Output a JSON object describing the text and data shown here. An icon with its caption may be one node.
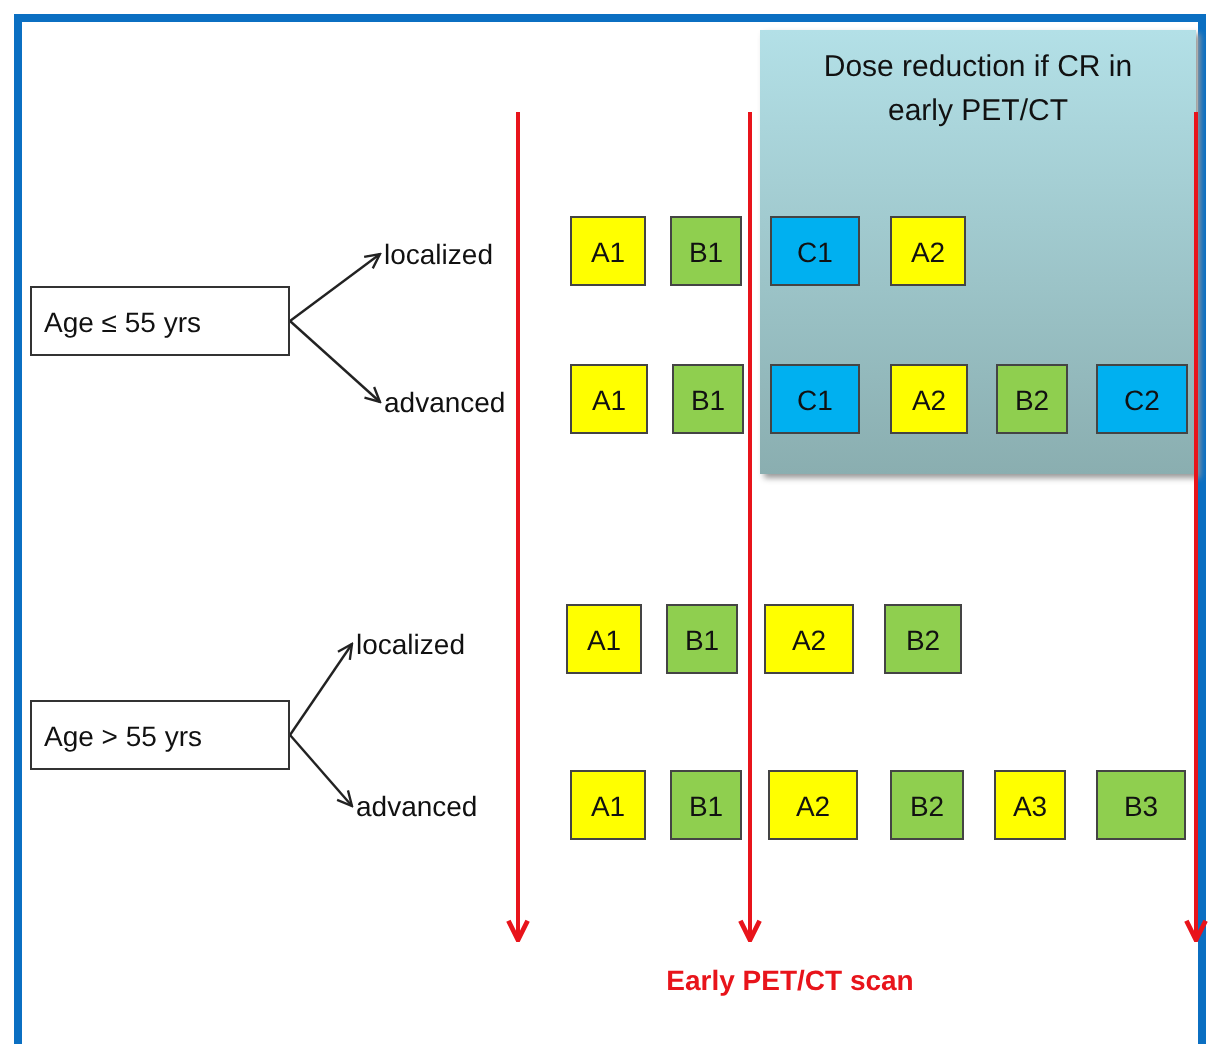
{
  "diagram": {
    "nodes": [
      {
        "text": [
          "Dose reduction if CR in early PET/CT"
        ]
      },
      {
        "text": [
          "Age ≤ 55 yrs"
        ]
      },
      {
        "text": [
          "localized"
        ]
      },
      {
        "text": [
          "advanced"
        ]
      },
      {
        "text": [
          "A1"
        ]
      },
      {
        "text": [
          "B1"
        ]
      },
      {
        "text": [
          "C1"
        ],
        "in": 0
      },
      {
        "text": [
          "A2"
        ],
        "in": 0
      },
      {
        "text": [
          "A1"
        ]
      },
      {
        "text": [
          "B1"
        ]
      },
      {
        "text": [
          "C1"
        ],
        "in": 0
      },
      {
        "text": [
          "A2"
        ],
        "in": 0
      },
      {
        "text": [
          "B2"
        ],
        "in": 0
      },
      {
        "text": [
          "C2"
        ],
        "in": 0
      },
      {
        "text": [
          "Age > 55 yrs"
        ]
      },
      {
        "text": [
          "localized"
        ]
      },
      {
        "text": [
          "advanced"
        ]
      },
      {
        "text": [
          "A1"
        ]
      },
      {
        "text": [
          "B1"
        ]
      },
      {
        "text": [
          "A2"
        ]
      },
      {
        "text": [
          "B2"
        ]
      },
      {
        "text": [
          "A1"
        ]
      },
      {
        "text": [
          "B1"
        ]
      },
      {
        "text": [
          "A2"
        ]
      },
      {
        "text": [
          "B2"
        ]
      },
      {
        "text": [
          "A3"
        ]
      },
      {
        "text": [
          "B3"
        ]
      }
    ],
    "edges": [
      {
        "from": 1,
        "to": 2,
        "arrow": "to"
      },
      {
        "from": 1,
        "to": 3,
        "arrow": "to"
      },
      {
        "from": 14,
        "to": 15,
        "arrow": "to"
      },
      {
        "from": 14,
        "to": 16,
        "arrow": "to"
      }
    ],
    "labels": [
      "Early PET/CT scan"
    ]
  }
}
